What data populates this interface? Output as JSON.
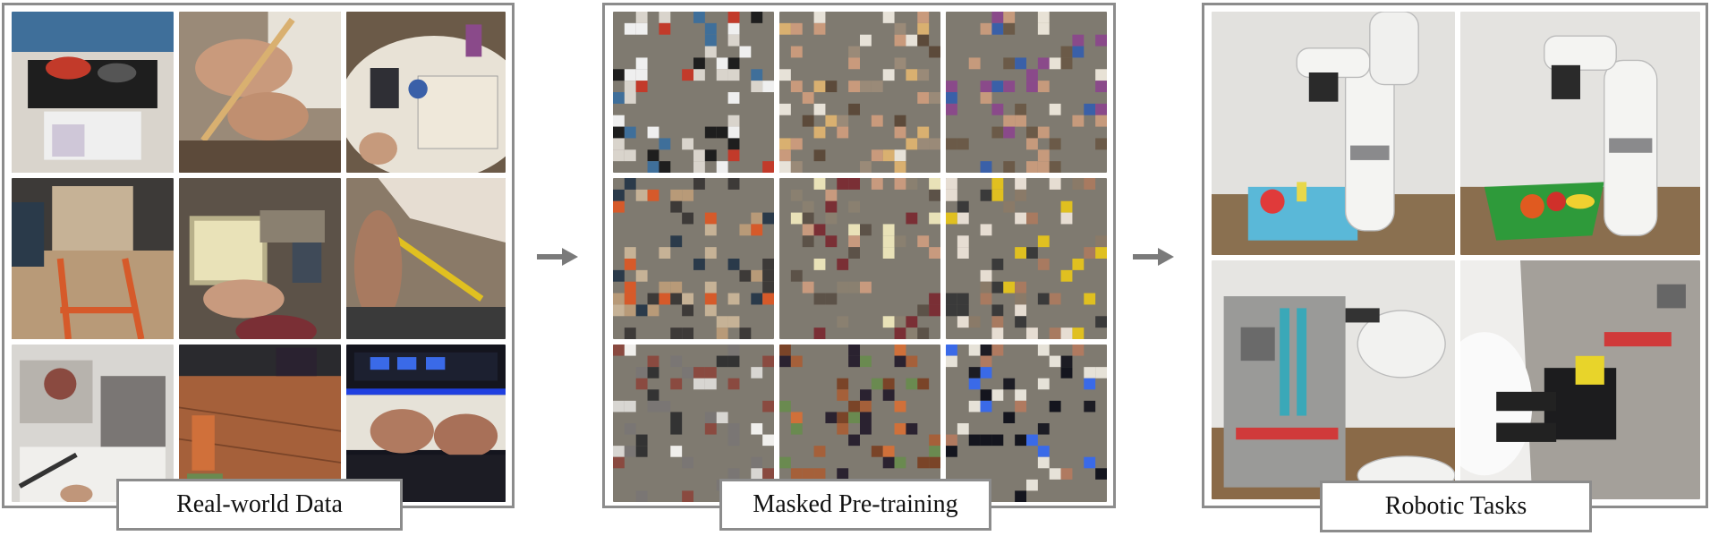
{
  "stages": [
    {
      "id": "real",
      "label": "Real-world Data"
    },
    {
      "id": "masked",
      "label": "Masked Pre-training"
    },
    {
      "id": "robot",
      "label": "Robotic Tasks"
    }
  ],
  "colors": {
    "border": "#8c8c8c",
    "mask_gray": "#7f7a70",
    "arrow": "#7a7a7a"
  },
  "icons": [
    "arrow-right-icon",
    "arrow-right-icon"
  ]
}
